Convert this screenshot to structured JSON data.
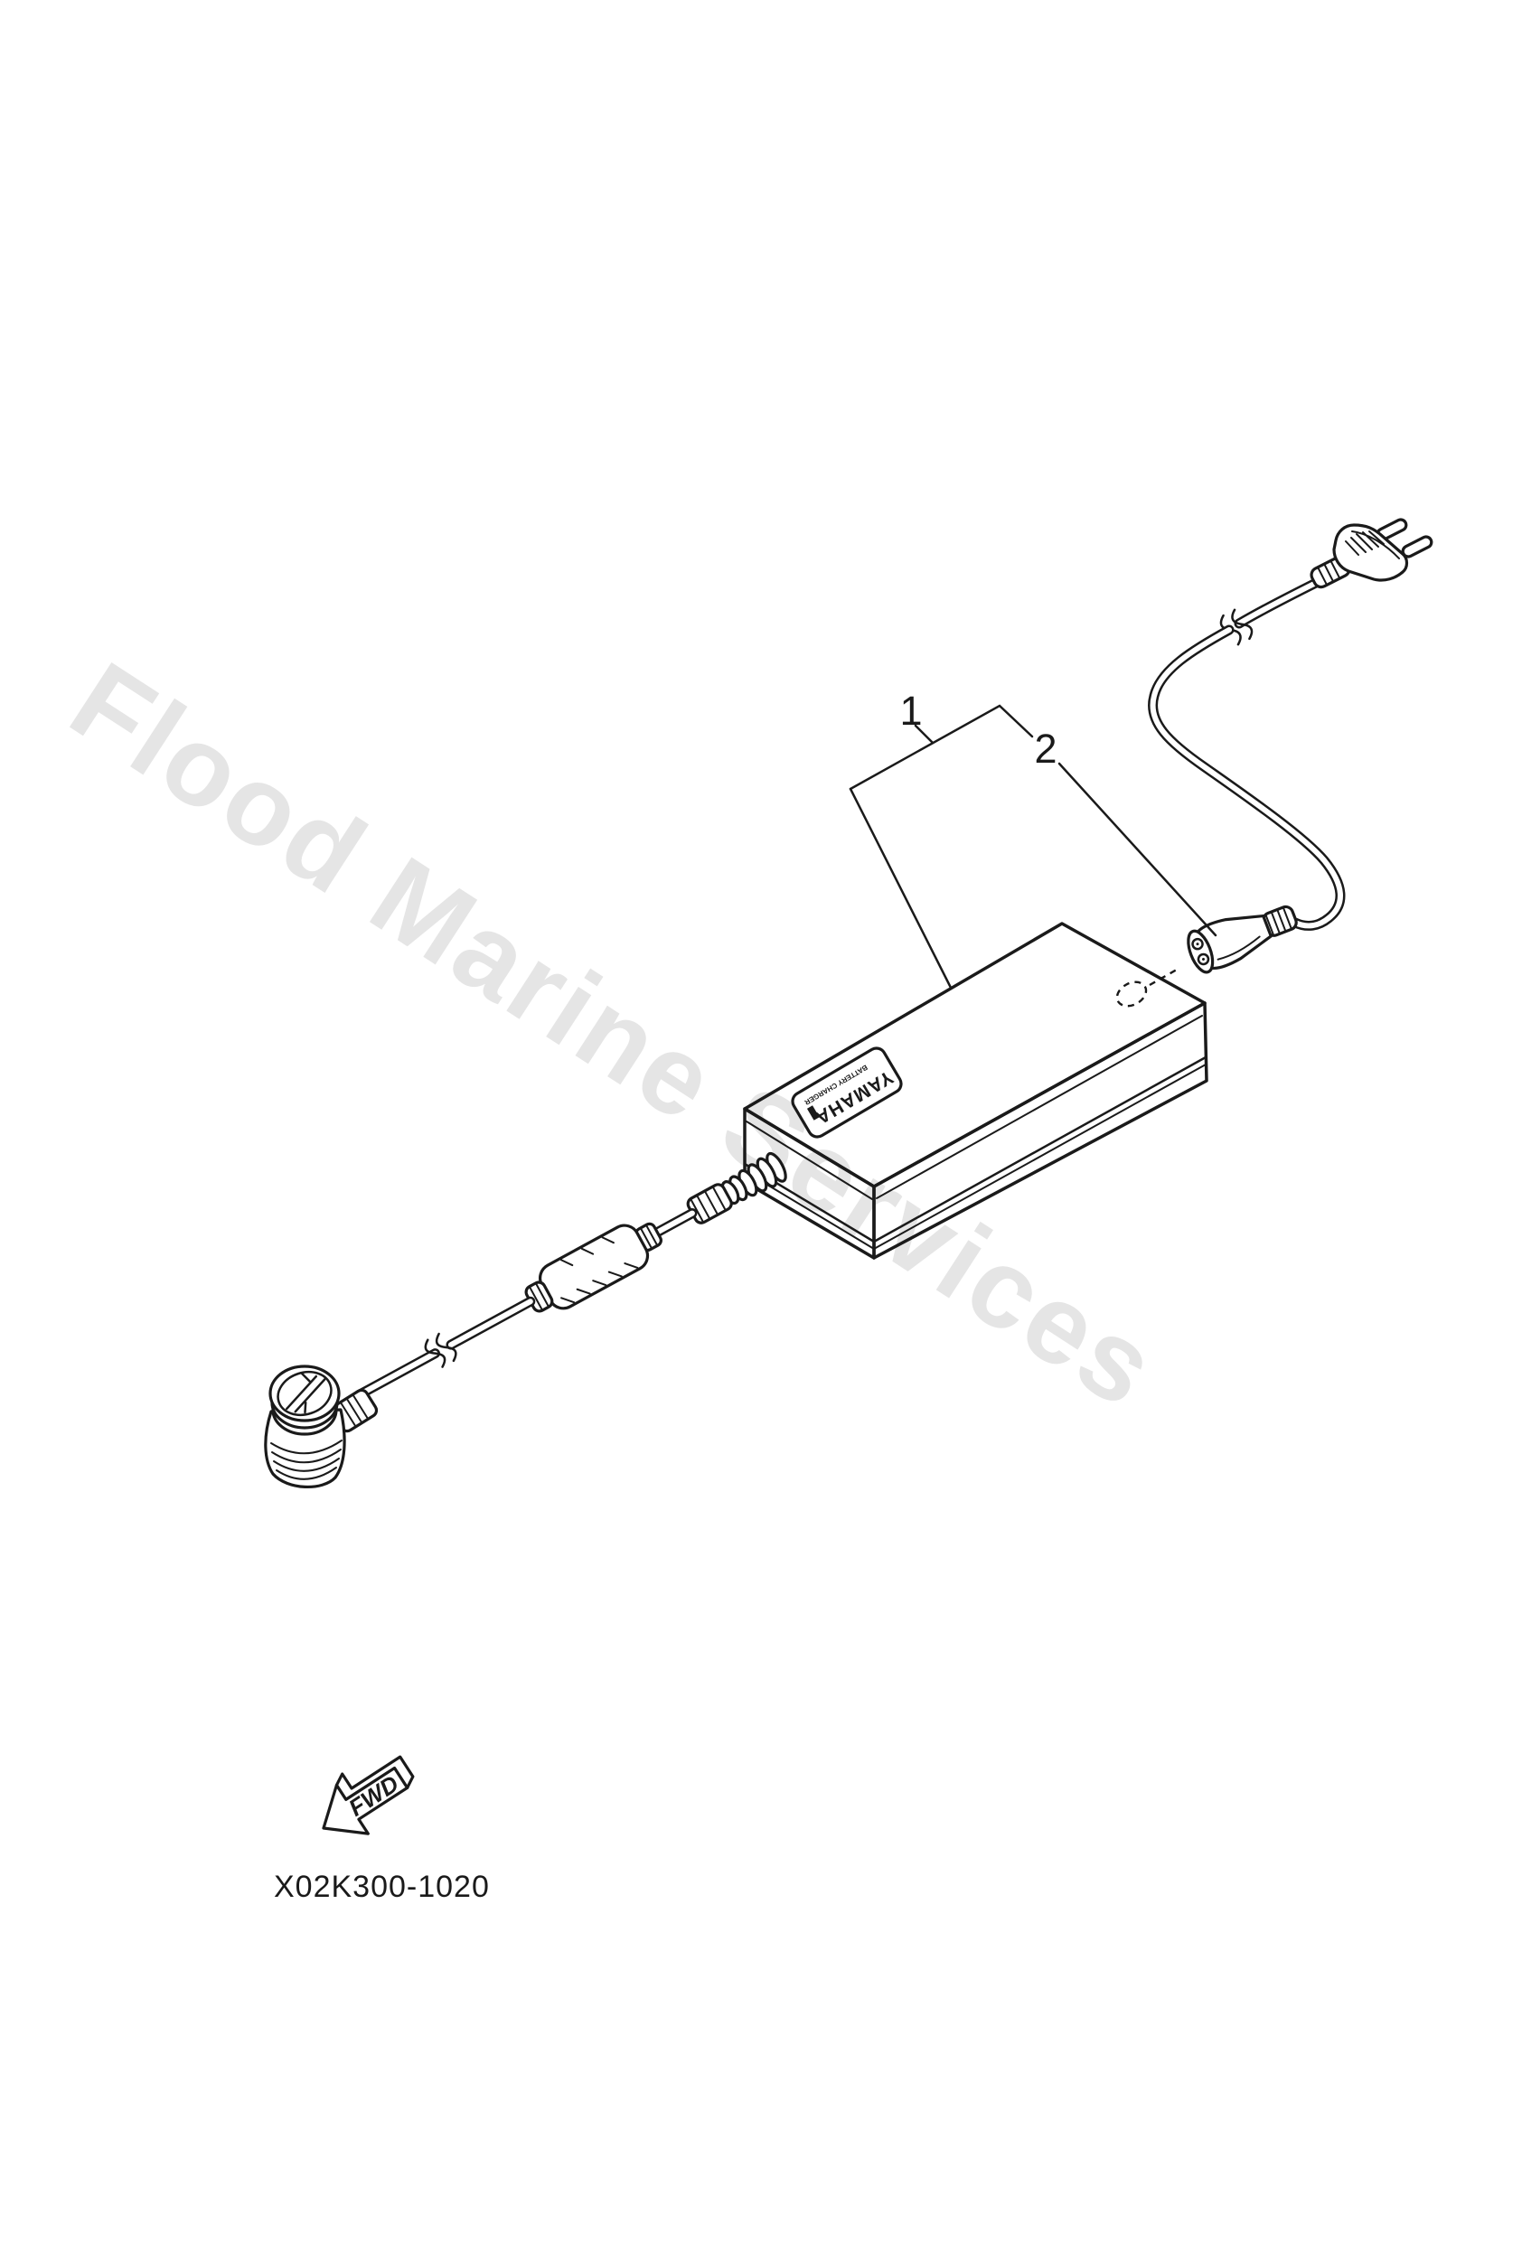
{
  "watermark": {
    "text": "Flood Marine Services",
    "color": "#e5e5e5"
  },
  "callouts": {
    "part1": {
      "label": "1"
    },
    "part2": {
      "label": "2"
    }
  },
  "device_label": {
    "brand": "YAMAHA",
    "line": "BATTERY CHARGER"
  },
  "fwd_marker": {
    "label": "FWD"
  },
  "diagram_code": "X02K300-1020",
  "colors": {
    "line": "#1a1a1a",
    "background": "#ffffff"
  }
}
